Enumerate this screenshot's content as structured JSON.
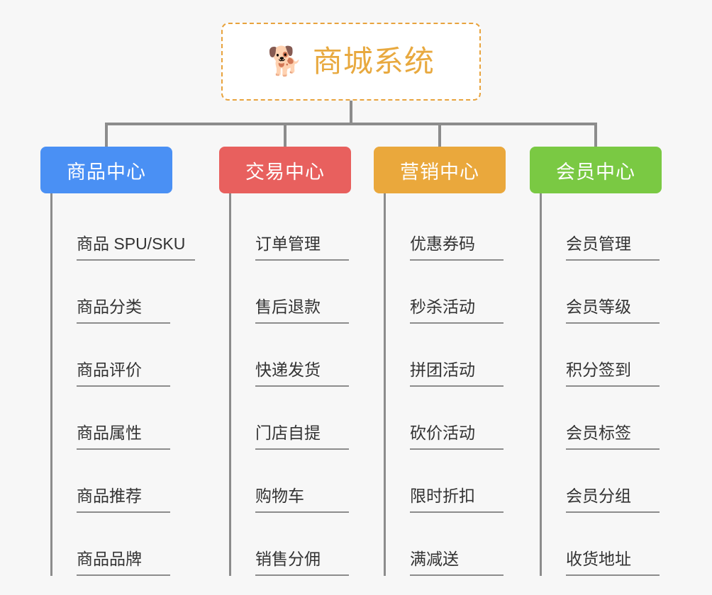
{
  "root": {
    "icon": "shiba-dog-emoji",
    "emoji": "🐕",
    "title": "商城系统",
    "title_color": "#e8a93f",
    "border_color": "#e8a33d"
  },
  "connector_color": "#8c8c8c",
  "background_color": "#f7f7f7",
  "columns": [
    {
      "title": "商品中心",
      "color": "#4a90f4",
      "items": [
        "商品 SPU/SKU",
        "商品分类",
        "商品评价",
        "商品属性",
        "商品推荐",
        "商品品牌"
      ]
    },
    {
      "title": "交易中心",
      "color": "#e8605e",
      "items": [
        "订单管理",
        "售后退款",
        "快递发货",
        "门店自提",
        "购物车",
        "销售分佣"
      ]
    },
    {
      "title": "营销中心",
      "color": "#eaa83c",
      "items": [
        "优惠券码",
        "秒杀活动",
        "拼团活动",
        "砍价活动",
        "限时折扣",
        "满减送"
      ]
    },
    {
      "title": "会员中心",
      "color": "#7ac943",
      "items": [
        "会员管理",
        "会员等级",
        "积分签到",
        "会员标签",
        "会员分组",
        "收货地址"
      ]
    }
  ]
}
